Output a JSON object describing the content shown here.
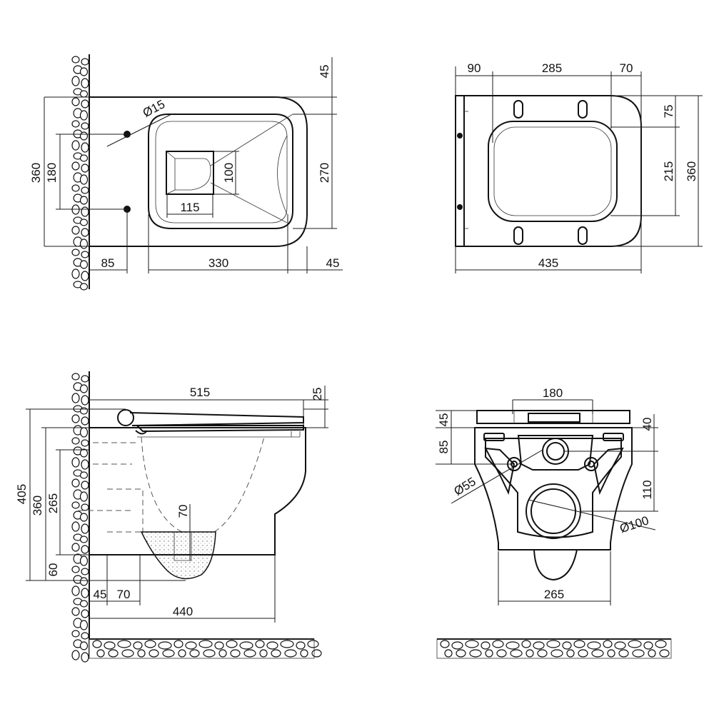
{
  "dimensions": {
    "top_left": {
      "total_height": "360",
      "bolt_spacing": "180",
      "total_depth": "45",
      "hole_dia": "Ø15",
      "bowl_height": "270",
      "outlet_height": "100",
      "outlet_width": "115",
      "wall_to_bolt": "85",
      "bowl_length": "330",
      "front_lip": "45"
    },
    "top_right": {
      "left_offset": "90",
      "hinge_spacing": "285",
      "right_offset": "70",
      "top_offset": "75",
      "opening_height": "215",
      "total_height": "360",
      "total_length": "435"
    },
    "bottom_left": {
      "overall_length": "515",
      "seat_thickness": "25",
      "height_405": "405",
      "height_360": "360",
      "height_265": "265",
      "outlet_70": "70",
      "bottom_60": "60",
      "offset_45": "45",
      "offset_70": "70",
      "depth_440": "440"
    },
    "bottom_right": {
      "bolt_width": "180",
      "top_45": "45",
      "hole_85": "85",
      "inlet_dia": "Ø55",
      "right_40": "40",
      "right_110": "110",
      "outlet_dia": "Ø100",
      "base_width": "265"
    }
  },
  "colors": {
    "line": "#111111",
    "background": "#ffffff"
  }
}
